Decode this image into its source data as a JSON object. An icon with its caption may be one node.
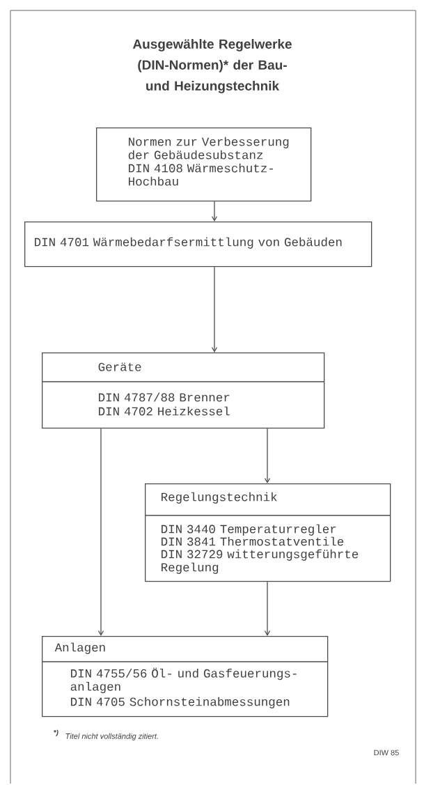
{
  "diagram": {
    "title": "Ausgewählte Regelwerke (DIN-Normen)* der Bau- und Heizungstechnik",
    "nodes": [
      {
        "text": [
          "Normen zur Verbesserung der Gebäudesubstanz",
          "DIN 4108 Wärmeschutz- Hochbau"
        ]
      },
      {
        "text": [
          "DIN 4701 Wärmebedarfsermittlung von Gebäuden"
        ]
      },
      {
        "text": [
          "Geräte",
          "DIN 4787/88 Brenner",
          "DIN 4702 Heizkessel"
        ]
      },
      {
        "text": [
          "Regelungstechnik",
          "DIN 3440 Temperaturregler",
          "DIN 3841 Thermostatventile",
          "DIN 32729 witterungsgeführte Regelung"
        ]
      },
      {
        "text": [
          "Anlagen",
          "DIN 4755/56 Öl- und Gasfeuerungs- anlagen",
          "DIN 4705 Schornsteinabmessungen"
        ]
      }
    ],
    "edges": [
      {
        "from": 0,
        "to": 1,
        "arrow": "to"
      },
      {
        "from": 1,
        "to": 2,
        "arrow": "to"
      },
      {
        "from": 2,
        "to": 3,
        "arrow": "to"
      },
      {
        "from": 2,
        "to": 4,
        "arrow": "to"
      },
      {
        "from": 3,
        "to": 4,
        "arrow": "to"
      }
    ],
    "labels": [
      "*)",
      "Titel nicht vollständig zitiert.",
      "DIW 85"
    ]
  }
}
